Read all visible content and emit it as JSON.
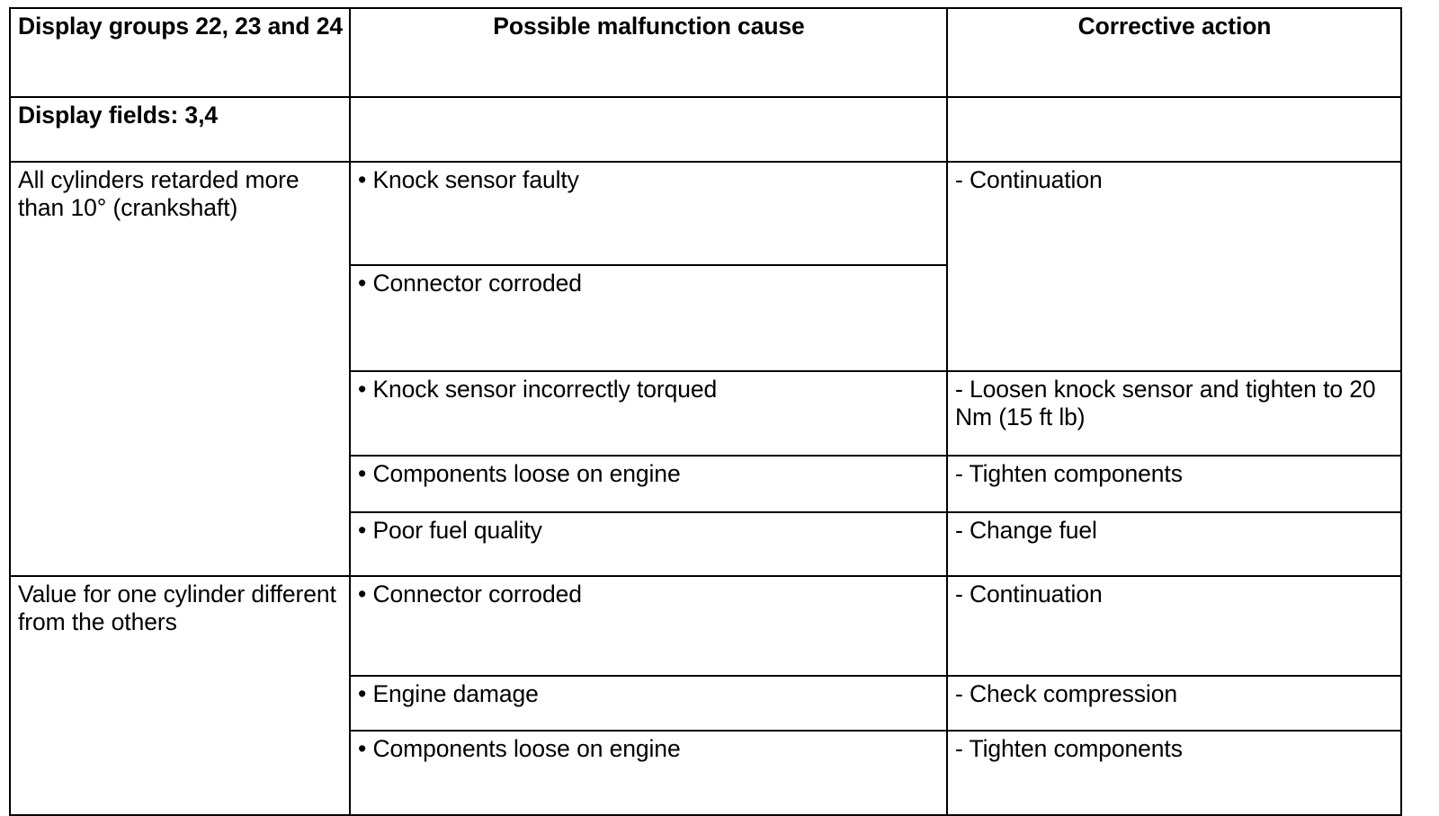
{
  "document": {
    "type": "diagnostic-troubleshooting-table",
    "columns": [
      "Display groups 22, 23 and 24",
      "Possible malfunction cause",
      "Corrective action"
    ],
    "subheader": {
      "col1": "Display fields: 3,4",
      "col2": "",
      "col3": ""
    },
    "sections": [
      {
        "condition": "All cylinders retarded more than 10° (crankshaft)",
        "rows": [
          {
            "cause": "• Knock sensor faulty",
            "action": "- Continuation"
          },
          {
            "cause": "• Connector corroded",
            "action": ""
          },
          {
            "cause": "• Knock sensor incorrectly torqued",
            "action": "- Loosen knock sensor and tighten to 20 Nm (15 ft lb)"
          },
          {
            "cause": "• Components loose on engine",
            "action": "- Tighten components"
          },
          {
            "cause": "• Poor fuel quality",
            "action": "- Change fuel"
          }
        ]
      },
      {
        "condition": "Value for one cylinder different from the others",
        "rows": [
          {
            "cause": "• Connector corroded",
            "action": "- Continuation"
          },
          {
            "cause": "• Engine damage",
            "action": "- Check compression"
          },
          {
            "cause": "• Components loose on engine",
            "action": "- Tighten components"
          }
        ]
      }
    ]
  },
  "colors": {
    "text": "#000000",
    "background": "#ffffff",
    "border": "#000000"
  }
}
